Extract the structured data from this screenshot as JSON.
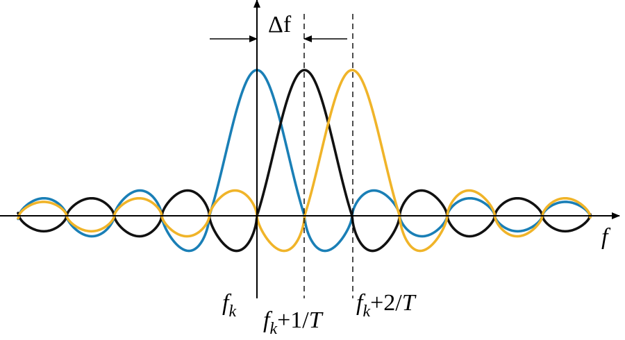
{
  "labels": {
    "axis": "f",
    "delta": "Δf",
    "fk": {
      "base": "f",
      "sub": "k"
    },
    "fk1": {
      "base": "f",
      "sub": "k",
      "rest_a": "+1/",
      "rest_b": "T"
    },
    "fk2": {
      "base": "f",
      "sub": "k",
      "rest_a": "+2/",
      "rest_b": "T"
    }
  },
  "colors": {
    "blue": "#1a7fb6",
    "black": "#111111",
    "yellow": "#f0b429"
  },
  "subcarriers": [
    {
      "name": "blue-subcarrier",
      "color_key": "blue",
      "center_index": 0
    },
    {
      "name": "black-subcarrier",
      "color_key": "black",
      "center_index": 1
    },
    {
      "name": "yellow-subcarrier",
      "color_key": "yellow",
      "center_index": 2
    }
  ]
}
